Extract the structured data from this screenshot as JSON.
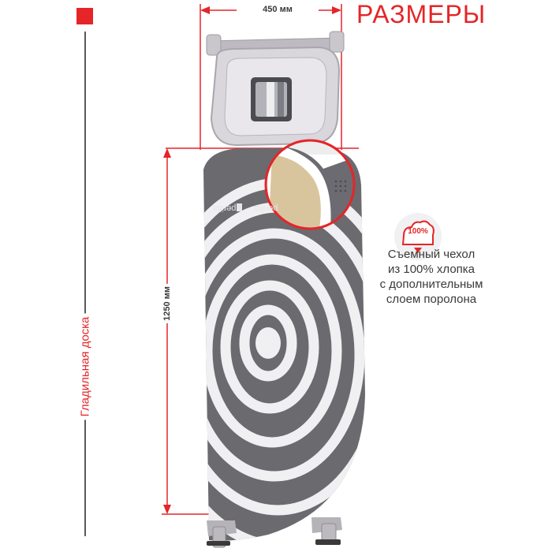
{
  "heading": {
    "text": "РАЗМЕРЫ"
  },
  "side_label": {
    "text": "Гладильная доска"
  },
  "dimensions": {
    "width": "450 мм",
    "height": "1250 мм"
  },
  "feature": {
    "badge": "100%",
    "lines": [
      "Съемный чехол",
      "из 100% хлопка",
      "с дополнительным",
      "слоем поролона"
    ]
  },
  "brand_mark": {
    "text": "perilla"
  },
  "colors": {
    "accent": "#e52528",
    "board_gray": "#6b6a6f",
    "board_light": "#f0eff2",
    "tray": "#cfccd2",
    "text": "#3a3a3a"
  },
  "icons": {
    "badge_icon": "cotton-icon"
  }
}
